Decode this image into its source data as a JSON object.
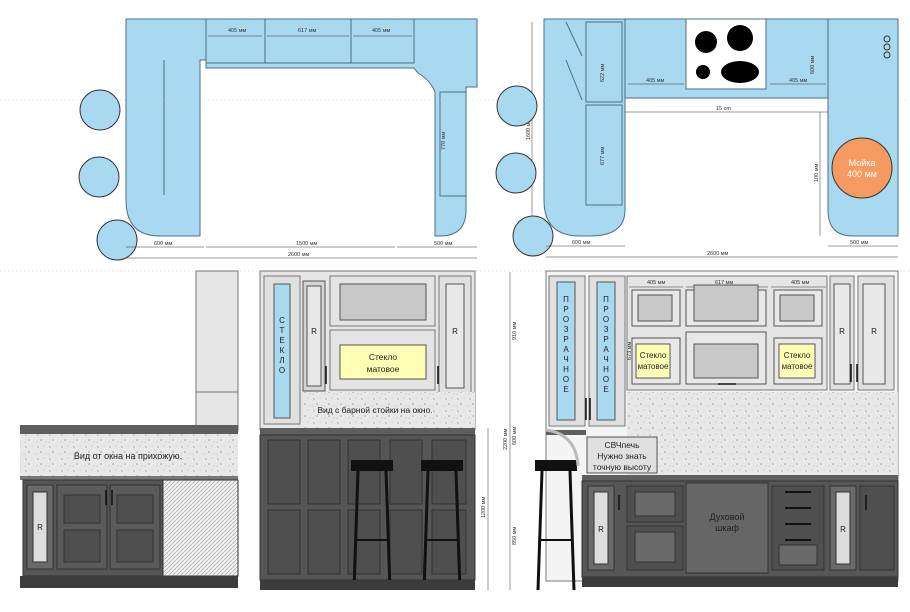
{
  "colors": {
    "cabinet_blue": "#a9d8f1",
    "sink_orange": "#f59a61",
    "label_yellow": "#fefeb4",
    "dark_cabinet": "#565656",
    "countertop": "#e6e6e6",
    "stool": "#111111"
  },
  "plan_left": {
    "dims_top": [
      "405 мм",
      "617 мм",
      "405 мм"
    ],
    "dim_side": "770 мм",
    "dims_bottom": [
      "600 мм",
      "1500 мм",
      "500 мм"
    ],
    "dim_total": "2600 мм"
  },
  "plan_right": {
    "dims_top_left": [
      "622 мм",
      "405 мм"
    ],
    "dims_top_right": [
      "405 мм",
      "600 мм"
    ],
    "dim_between": "15 cm",
    "dim_side_left": "1600 мм",
    "dim_side_left2": "677 мм",
    "dim_side_right": "100 мм",
    "sink": [
      "Мойка",
      "400 мм"
    ],
    "dims_bottom": [
      "600 мм",
      "500 мм"
    ],
    "dim_total": "2600 мм"
  },
  "elev_left": {
    "label": "Вид от окна на прихожую.",
    "r_label": "R"
  },
  "elev_middle": {
    "steklo_vertical": [
      "С",
      "Т",
      "Е",
      "К",
      "Л",
      "О"
    ],
    "r_label": "R",
    "frosted": [
      "Стекло",
      "матовое"
    ],
    "label": "Вид с барной стойки на окно.",
    "dims_side": [
      "910 мм",
      "2200 мм",
      "600 мм",
      "1200 мм",
      "850 мм"
    ]
  },
  "elev_right": {
    "prozrachnoe_vertical": [
      "П",
      "Р",
      "О",
      "З",
      "Р",
      "А",
      "Ч",
      "Н",
      "О",
      "Е"
    ],
    "dims_top": [
      "405 мм",
      "617 мм",
      "405 мм"
    ],
    "dim_small": "673 мм",
    "frosted_left": [
      "Стекло",
      "матовое"
    ],
    "frosted_right": [
      "Стекло",
      "матовое"
    ],
    "r_label": "R",
    "microwave_note": [
      "СВЧпечь",
      "Нужно знать",
      "точную высоту"
    ],
    "oven": [
      "Духовой",
      "шкаф"
    ]
  }
}
